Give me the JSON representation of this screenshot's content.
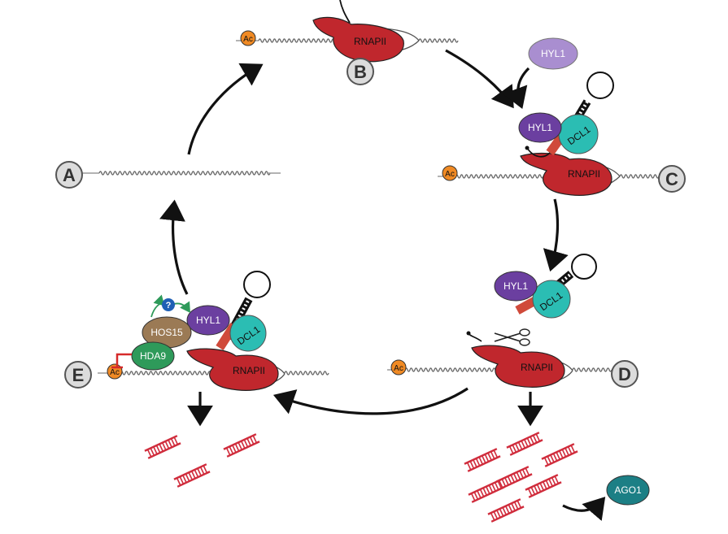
{
  "stages": {
    "A": "A",
    "B": "B",
    "C": "C",
    "D": "D",
    "E": "E"
  },
  "labels": {
    "ac": "Ac",
    "rnapii": "RNAPII",
    "hyl1": "HYL1",
    "dcl1": "DCL1",
    "hos15": "HOS15",
    "hda9": "HDA9",
    "ago1": "AGO1",
    "question": "?"
  },
  "colors": {
    "rnapii": "#c0272d",
    "hyl1": "#6b3fa0",
    "hyl1_light": "#a98ed0",
    "dcl1": "#2bbdb3",
    "hos15": "#9b7a55",
    "hda9": "#2e9a5a",
    "ac": "#f08a24",
    "ago1": "#1c7f85",
    "mirna": "#d02c3c"
  }
}
